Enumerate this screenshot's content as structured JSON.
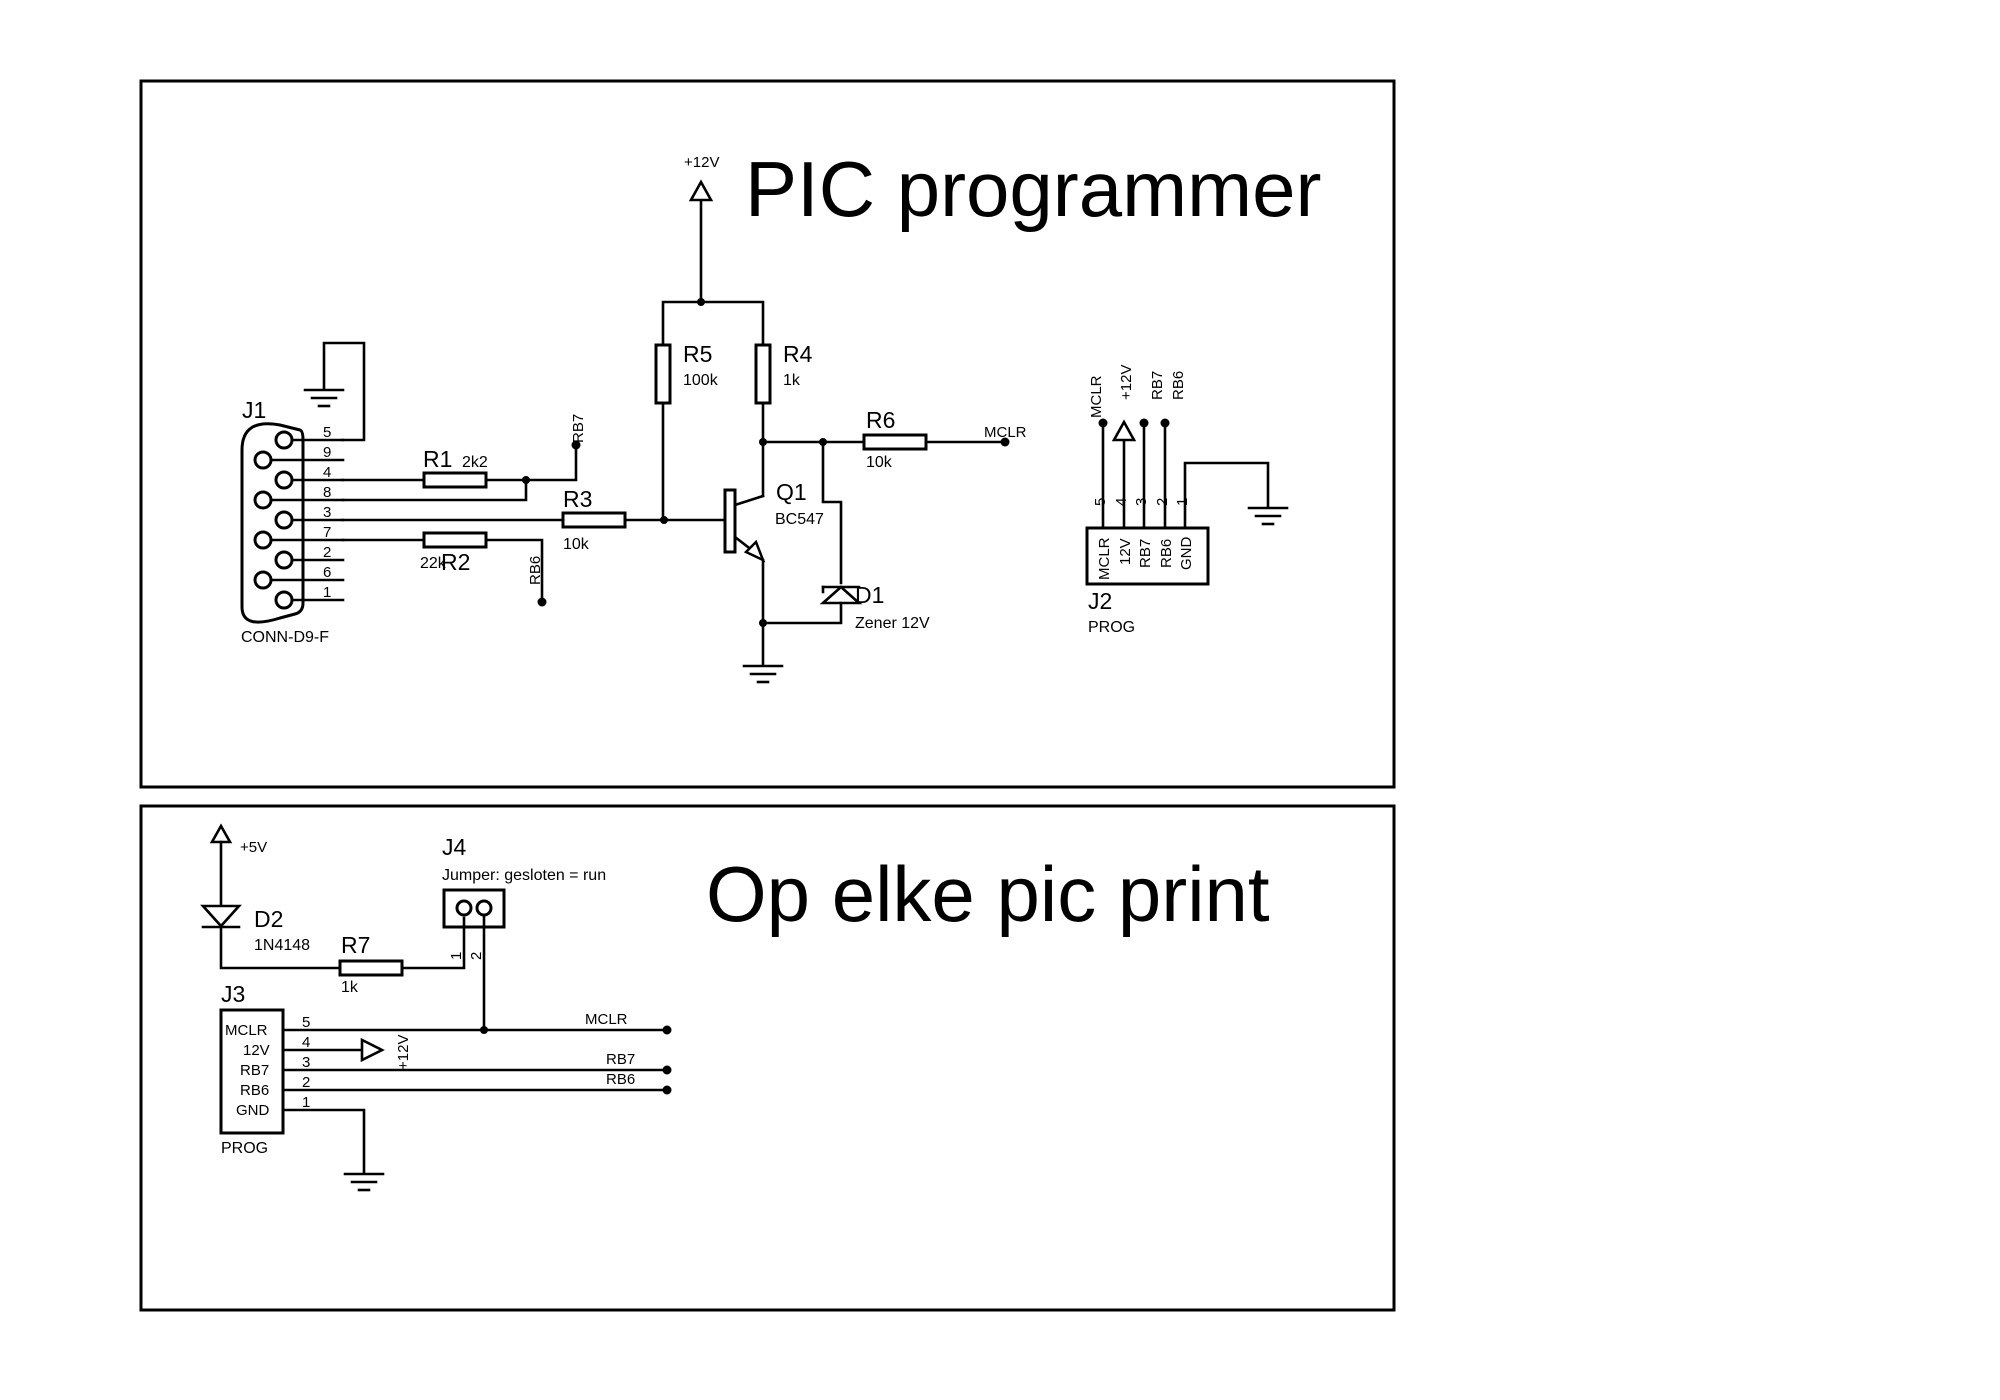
{
  "titles": {
    "top": "PIC programmer",
    "bottom": "Op elke pic print"
  },
  "parts": {
    "j1": {
      "ref": "J1",
      "value": "CONN-D9-F",
      "pins": [
        "5",
        "9",
        "4",
        "8",
        "3",
        "7",
        "2",
        "6",
        "1"
      ]
    },
    "r1": {
      "ref": "R1",
      "value": "2k2"
    },
    "r2": {
      "ref": "R2",
      "value": "22k"
    },
    "r3": {
      "ref": "R3",
      "value": "10k"
    },
    "r4": {
      "ref": "R4",
      "value": "1k"
    },
    "r5": {
      "ref": "R5",
      "value": "100k"
    },
    "r6": {
      "ref": "R6",
      "value": "10k"
    },
    "q1": {
      "ref": "Q1",
      "value": "BC547"
    },
    "d1": {
      "ref": "D1",
      "value": "Zener 12V"
    },
    "j2": {
      "ref": "J2",
      "value": "PROG",
      "pin_names": [
        "MCLR",
        "12V",
        "RB7",
        "RB6",
        "GND"
      ],
      "pin_numbers": [
        "5",
        "4",
        "3",
        "2",
        "1"
      ]
    },
    "d2": {
      "ref": "D2",
      "value": "1N4148"
    },
    "r7": {
      "ref": "R7",
      "value": "1k"
    },
    "j4": {
      "ref": "J4",
      "value": "Jumper: gesloten = run",
      "pins": [
        "1",
        "2"
      ]
    },
    "j3": {
      "ref": "J3",
      "value": "PROG",
      "pin_names": [
        "MCLR",
        "12V",
        "RB7",
        "RB6",
        "GND"
      ],
      "pin_numbers": [
        "5",
        "4",
        "3",
        "2",
        "1"
      ]
    }
  },
  "nets": {
    "plus12v": "+12V",
    "plus5v": "+5V",
    "mclr": "MCLR",
    "rb7": "RB7",
    "rb6": "RB6"
  }
}
